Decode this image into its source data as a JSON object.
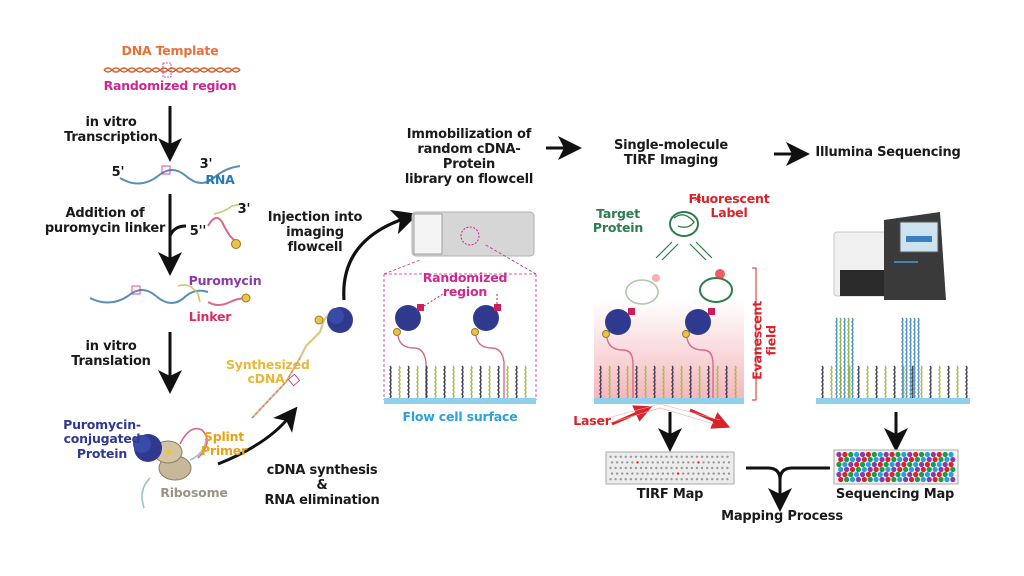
{
  "figure": {
    "title": "cDNA-Protein display screening workflow with single-molecule TIRF imaging and Illumina sequencing",
    "colors": {
      "dna_template": "#e8703a",
      "randomized": "#d0268e",
      "rna": "#2b78b8",
      "puromycin": "#8a3aa6",
      "linker": "#d62d6a",
      "protein": "#2f3a8f",
      "splint": "#e8a21a",
      "ribosome": "#9c9384",
      "target": "#2e7d4f",
      "fluorescent": "#d8232a",
      "surface": "#8fd0ec",
      "flowcell_label": "#2aa3d8",
      "arrow": "#111111"
    },
    "stage1": {
      "dna_template": "DNA Template",
      "randomized_region": "Randomized region",
      "step_transcription": "in vitro\nTranscription",
      "rna_5": "5'",
      "rna_3": "3'",
      "rna_label": "RNA",
      "step_puromycin": "Addition of\npuromycin linker",
      "linker_5": "5''",
      "linker_3": "3'",
      "puromycin_label": "Puromycin",
      "linker_label": "Linker",
      "step_translation": "in vitro\nTranslation",
      "conjugated_protein": "Puromycin-\nconjugated\nProtein",
      "splint_primer": "Splint\nPrimer",
      "ribosome": "Ribosome"
    },
    "stage2": {
      "cdna_step": "cDNA synthesis\n&\nRNA elimination",
      "synthesized_cdna": "Synthesized\ncDNA",
      "injection": "Injection into\nimaging flowcell"
    },
    "stage3": {
      "immobilization": "Immobilization of\nrandom cDNA-Protein\nlibrary on flowcell",
      "randomized_region": "Randomized region",
      "flow_cell_surface": "Flow cell surface"
    },
    "stage4": {
      "tirf_imaging": "Single-molecule\nTIRF Imaging",
      "target_protein": "Target\nProtein",
      "fluorescent_label": "Fluorescent\nLabel",
      "evanescent_field": "Evanescent field",
      "laser": "Laser",
      "tirf_map": "TIRF Map"
    },
    "stage5": {
      "illumina": "Illumina Sequencing",
      "sequencing_map": "Sequencing Map"
    },
    "mapping_process": "Mapping Process"
  }
}
